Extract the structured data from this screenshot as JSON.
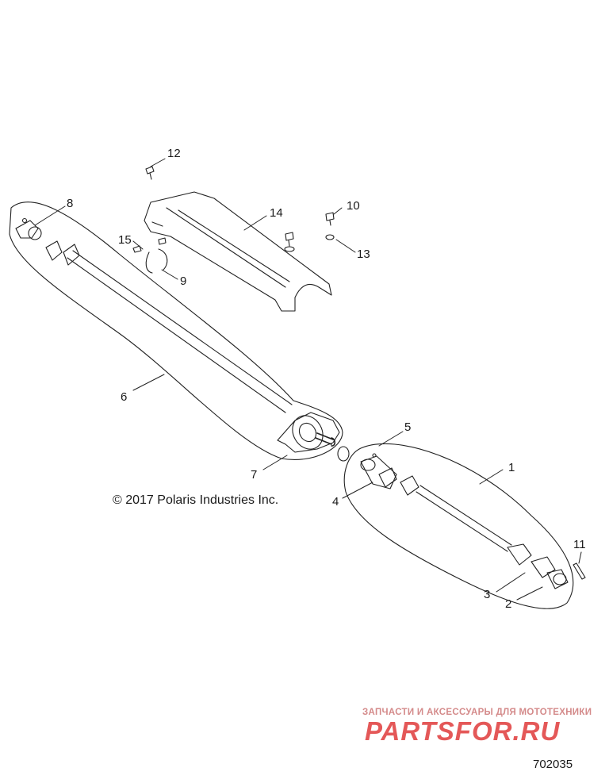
{
  "diagram": {
    "callouts": {
      "c1": "1",
      "c2": "2",
      "c3": "3",
      "c4": "4",
      "c5": "5",
      "c6": "6",
      "c7": "7",
      "c8": "8",
      "c9": "9",
      "c10": "10",
      "c11": "11",
      "c12": "12",
      "c13": "13",
      "c14": "14",
      "c15": "15"
    },
    "copyright": "© 2017 Polaris Industries Inc.",
    "figure_id": "702035"
  },
  "watermark": {
    "tagline": "ЗАПЧАСТИ И АКСЕССУАРЫ ДЛЯ МОТОТЕХНИКИ",
    "logo_text": "PARTSFOR.RU",
    "color": "#e03c3c"
  }
}
